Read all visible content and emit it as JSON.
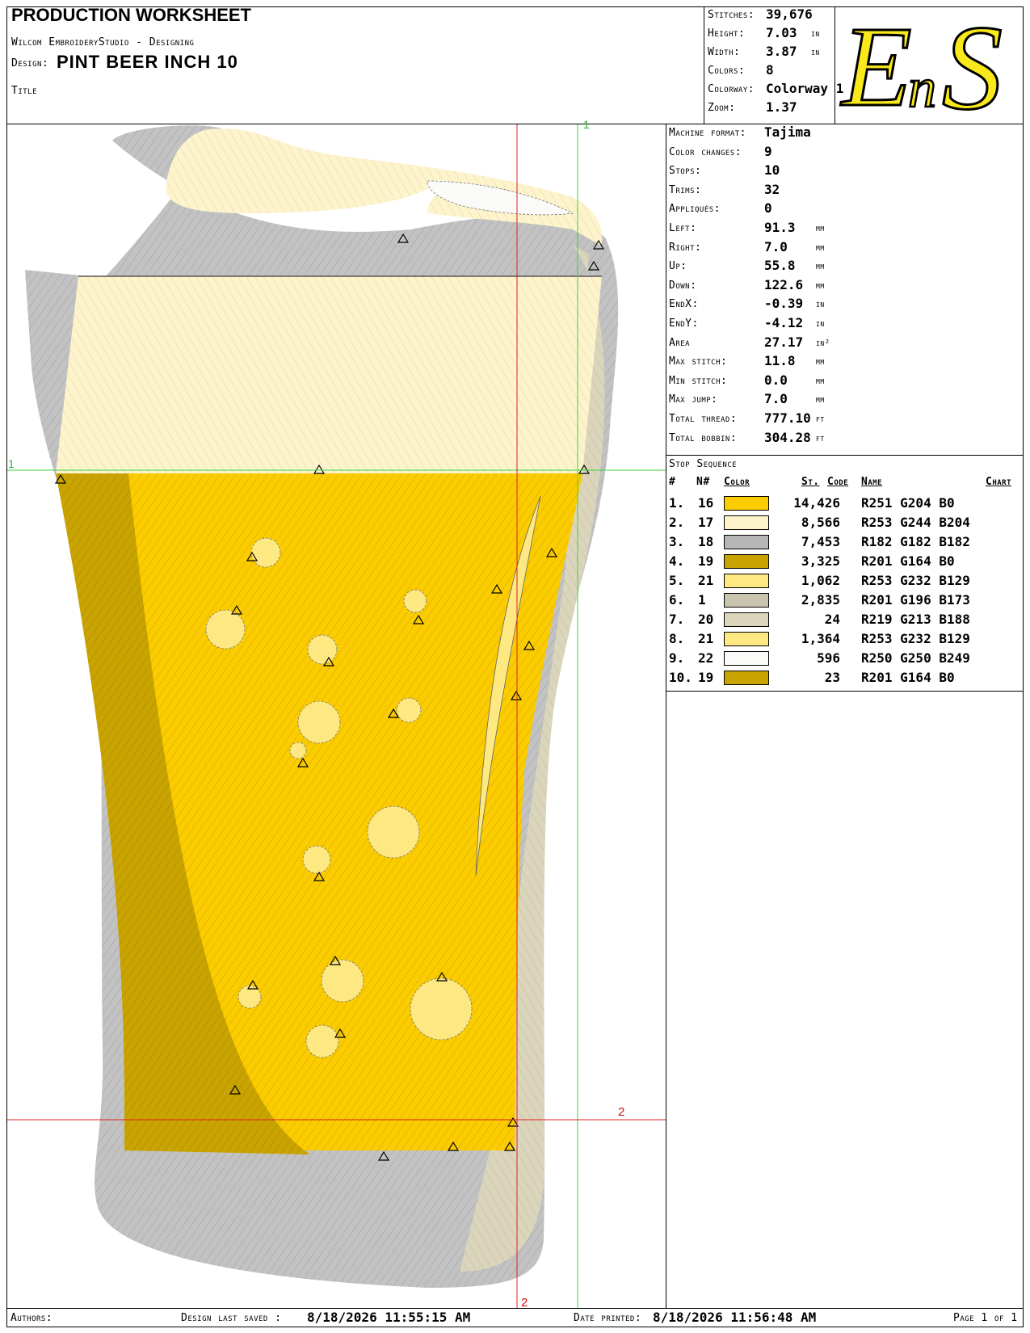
{
  "header": {
    "title": "PRODUCTION WORKSHEET",
    "software": "Wilcom EmbroideryStudio - Designing",
    "design_label": "Design:",
    "design_name": "PINT BEER  INCH  10",
    "title_label": "Title"
  },
  "summary": [
    {
      "label": "Stitches:",
      "value": "39,676"
    },
    {
      "label": "Height:",
      "value": "7.03",
      "unit": "in"
    },
    {
      "label": "Width:",
      "value": "3.87",
      "unit": "in"
    },
    {
      "label": "Colors:",
      "value": "8"
    },
    {
      "label": "Colorway:",
      "value": "Colorway 1"
    },
    {
      "label": "Zoom:",
      "value": "1.37"
    }
  ],
  "logo": {
    "text_e": "E",
    "text_n": "n",
    "text_s": "S",
    "fill": "#f8e81c",
    "stroke": "#000000"
  },
  "machine_info": [
    {
      "label": "Machine format:",
      "value": "Tajima"
    },
    {
      "label": "Color changes:",
      "value": "9"
    },
    {
      "label": "Stops:",
      "value": "10"
    },
    {
      "label": "Trims:",
      "value": "32"
    },
    {
      "label": "Appliqués:",
      "value": "0"
    },
    {
      "label": "Left:",
      "value": "91.3",
      "unit": "mm"
    },
    {
      "label": "Right:",
      "value": "7.0",
      "unit": "mm"
    },
    {
      "label": "Up:",
      "value": "55.8",
      "unit": "mm"
    },
    {
      "label": "Down:",
      "value": "122.6",
      "unit": "mm"
    },
    {
      "label": "EndX:",
      "value": "-0.39",
      "unit": "in"
    },
    {
      "label": "EndY:",
      "value": "-4.12",
      "unit": "in"
    },
    {
      "label": "Area",
      "value": "27.17",
      "unit": "in²"
    },
    {
      "label": "Max stitch:",
      "value": "11.8",
      "unit": "mm"
    },
    {
      "label": "Min stitch:",
      "value": "0.0",
      "unit": "mm"
    },
    {
      "label": "Max jump:",
      "value": "7.0",
      "unit": "mm"
    },
    {
      "label": "Total thread:",
      "value": "777.10",
      "unit": "ft"
    },
    {
      "label": "Total bobbin:",
      "value": "304.28",
      "unit": "ft"
    }
  ],
  "stop_sequence": {
    "title": "Stop Sequence",
    "headers": {
      "num": "#",
      "nn": "N#",
      "color": "Color",
      "st": "St.",
      "code": "Code",
      "name": "Name",
      "chart": "Chart"
    },
    "rows": [
      {
        "num": "1.",
        "nn": "16",
        "color": "#fbcc00",
        "st": "14,426",
        "name": "R251 G204 B0"
      },
      {
        "num": "2.",
        "nn": "17",
        "color": "#fdf4cc",
        "st": "8,566",
        "name": "R253 G244 B204"
      },
      {
        "num": "3.",
        "nn": "18",
        "color": "#b6b6b6",
        "st": "7,453",
        "name": "R182 G182 B182"
      },
      {
        "num": "4.",
        "nn": "19",
        "color": "#c9a400",
        "st": "3,325",
        "name": "R201 G164 B0"
      },
      {
        "num": "5.",
        "nn": "21",
        "color": "#fde881",
        "st": "1,062",
        "name": "R253 G232 B129"
      },
      {
        "num": "6.",
        "nn": "1",
        "color": "#c9c4ad",
        "st": "2,835",
        "name": "R201 G196 B173"
      },
      {
        "num": "7.",
        "nn": "20",
        "color": "#dbd5bc",
        "st": "24",
        "name": "R219 G213 B188"
      },
      {
        "num": "8.",
        "nn": "21",
        "color": "#fde881",
        "st": "1,364",
        "name": "R253 G232 B129"
      },
      {
        "num": "9.",
        "nn": "22",
        "color": "#fafaf9",
        "st": "596",
        "name": "R250 G250 B249"
      },
      {
        "num": "10.",
        "nn": "19",
        "color": "#c9a400",
        "st": "23",
        "name": "R201 G164 B0"
      }
    ]
  },
  "canvas": {
    "guide_1_left": "1",
    "guide_1_top": "1",
    "guide_2_right": "2",
    "guide_2_bottom": "2"
  },
  "footer": {
    "authors_label": "Authors:",
    "saved_label": "Design last saved :",
    "saved_value": "8/18/2026 11:55:15 AM",
    "printed_label": "Date printed:",
    "printed_value": "8/18/2026 11:56:48 AM",
    "page": "Page 1 of 1"
  }
}
